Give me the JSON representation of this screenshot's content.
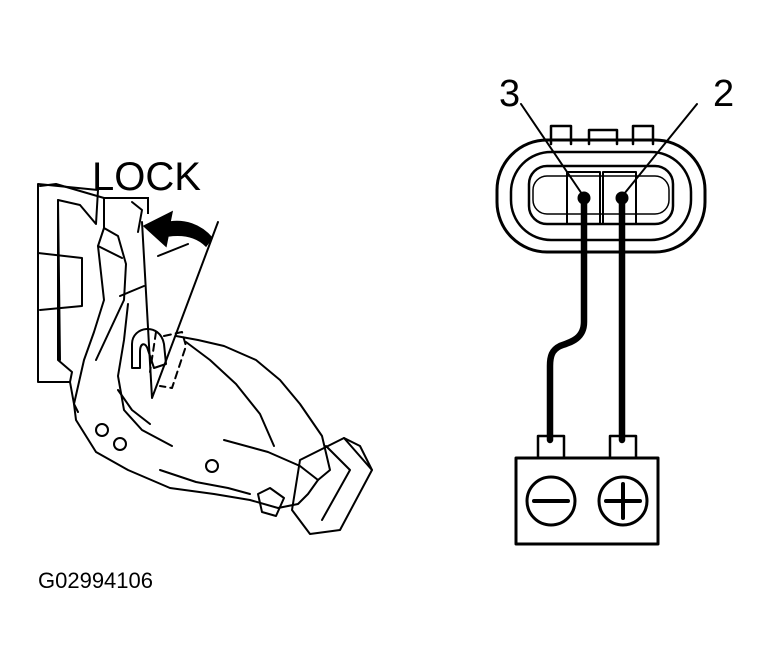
{
  "labels": {
    "lock": "LOCK",
    "terminal_3": "3",
    "terminal_2": "2",
    "figure_code": "G02994106"
  },
  "battery": {
    "negative_symbol": "minus",
    "positive_symbol": "plus"
  },
  "colors": {
    "ink": "#000000",
    "background": "#ffffff"
  }
}
